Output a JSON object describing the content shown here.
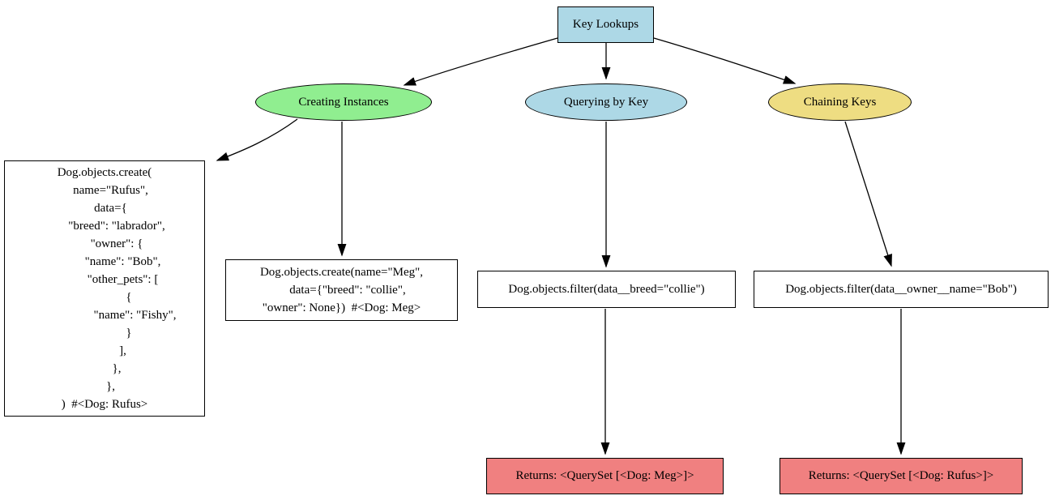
{
  "diagram": {
    "type": "flowchart",
    "background": "#ffffff",
    "border_color": "#000000",
    "edge_color": "#000000",
    "nodes": {
      "root": {
        "label": "Key Lookups",
        "shape": "box",
        "fill": "#ADD8E6"
      },
      "creating": {
        "label": "Creating Instances",
        "shape": "ellipse",
        "fill": "#90EE90"
      },
      "querying": {
        "label": "Querying by Key",
        "shape": "ellipse",
        "fill": "#ADD8E6"
      },
      "chaining": {
        "label": "Chaining Keys",
        "shape": "ellipse",
        "fill": "#EEDD82"
      },
      "create_rufus": {
        "shape": "box",
        "fill": "#FFFFFF",
        "lines": [
          "Dog.objects.create(",
          "    name=\"Rufus\",",
          "    data={",
          "        \"breed\": \"labrador\",",
          "        \"owner\": {",
          "            \"name\": \"Bob\",",
          "            \"other_pets\": [",
          "                {",
          "                    \"name\": \"Fishy\",",
          "                }",
          "            ],",
          "        },",
          "    },",
          ")  #<Dog: Rufus>"
        ]
      },
      "create_meg": {
        "shape": "box",
        "fill": "#FFFFFF",
        "lines": [
          "Dog.objects.create(name=\"Meg\",",
          "    data={\"breed\": \"collie\",",
          "\"owner\": None})  #<Dog: Meg>"
        ]
      },
      "filter_breed": {
        "shape": "box",
        "fill": "#FFFFFF",
        "label": "Dog.objects.filter(data__breed=\"collie\")"
      },
      "filter_owner": {
        "shape": "box",
        "fill": "#FFFFFF",
        "label": "Dog.objects.filter(data__owner__name=\"Bob\")"
      },
      "result_meg": {
        "shape": "box",
        "fill": "#F08080",
        "label": "Returns: <QuerySet [<Dog: Meg>]>"
      },
      "result_rufus": {
        "shape": "box",
        "fill": "#F08080",
        "label": "Returns: <QuerySet [<Dog: Rufus>]>"
      }
    },
    "edges": [
      {
        "from": "root",
        "to": "creating"
      },
      {
        "from": "root",
        "to": "querying"
      },
      {
        "from": "root",
        "to": "chaining"
      },
      {
        "from": "creating",
        "to": "create_rufus"
      },
      {
        "from": "creating",
        "to": "create_meg"
      },
      {
        "from": "querying",
        "to": "filter_breed"
      },
      {
        "from": "filter_breed",
        "to": "result_meg"
      },
      {
        "from": "chaining",
        "to": "filter_owner"
      },
      {
        "from": "filter_owner",
        "to": "result_rufus"
      }
    ]
  }
}
